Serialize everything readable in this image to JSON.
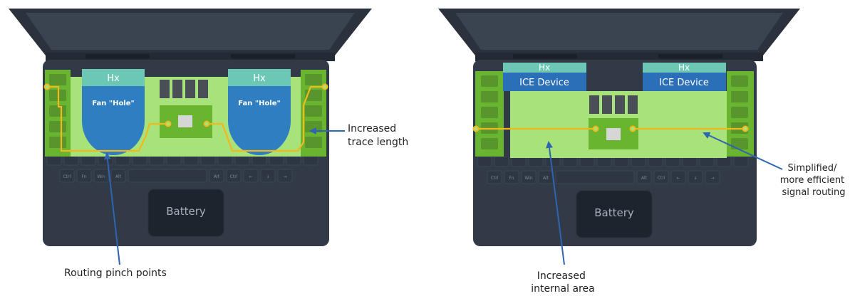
{
  "left": {
    "hx_left": "Hx",
    "hx_right": "Hx",
    "fan_left": "Fan \"Hole\"",
    "fan_right": "Fan \"Hole\"",
    "battery": "Battery",
    "callout_trace": [
      "Increased",
      "trace length"
    ],
    "callout_pinch": "Routing pinch points"
  },
  "right": {
    "hx_left": "Hx",
    "hx_right": "Hx",
    "ice_left": "ICE Device",
    "ice_right": "ICE Device",
    "battery": "Battery",
    "callout_signal": [
      "Simplified/",
      "more efficient",
      "signal routing"
    ],
    "callout_area": [
      "Increased",
      "internal area"
    ]
  },
  "keys": {
    "bottom_row": [
      "Ctrl",
      "Fn",
      "Win",
      "Alt",
      "",
      "Alt",
      "Ctrl",
      "←",
      "↓",
      "→"
    ]
  },
  "colors": {
    "bezel": "#2d3440",
    "screen": "#3a4350",
    "body": "#323a47",
    "green_dark": "#69b52f",
    "green_light": "#a8e27a",
    "teal": "#6cc7b5",
    "fan_blue": "#2f7ec1",
    "ice_blue": "#2b6fb8",
    "trace": "#f2b81c",
    "arrow": "#2f64b0"
  }
}
